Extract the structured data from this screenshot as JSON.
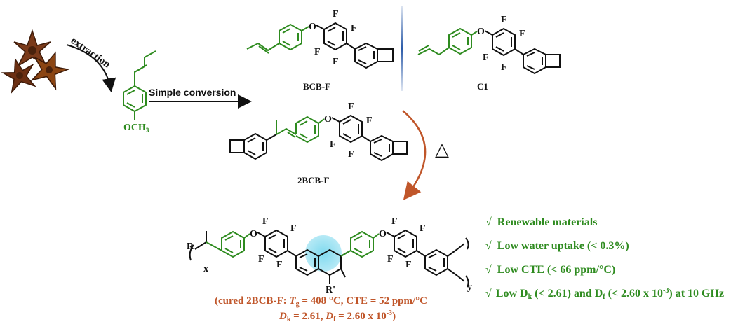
{
  "labels": {
    "extraction": "extraction",
    "simple_conversion": "Simple conversion",
    "bcb_f": "BCB-F",
    "c1": "C1",
    "two_bcb_f": "2BCB-F",
    "delta_symbol": "△",
    "methoxy": "OCH",
    "methoxy_sub": "3",
    "substituent_r": "R",
    "substituent_r_prime": "R'",
    "repeat_x": "x",
    "repeat_y": "y"
  },
  "properties": [
    {
      "check": "√",
      "text": "Renewable materials"
    },
    {
      "check": "√",
      "text": "Low water uptake (< 0.3%)"
    },
    {
      "check": "√",
      "text": "Low CTE (< 66 ppm/°C)"
    },
    {
      "check": "√",
      "text": "Low D",
      "dk_sub": "k",
      "mid": " (< 2.61) and D",
      "df_sub": "f",
      "tail": " (< 2.60 x 10",
      "exp": "-3",
      "end": ") at 10 GHz"
    }
  ],
  "cured_note": {
    "line1_prefix": "(cured 2BCB-F: ",
    "tg_symbol": "T",
    "tg_sub": "g",
    "line1_rest": " = 408 °C, CTE = 52 ppm/°C",
    "dk_symbol": "D",
    "dk_sub": "k",
    "dk_value": " = 2.61, ",
    "df_symbol": "D",
    "df_sub": "f",
    "df_value": " = 2.60 x 10",
    "df_exp": "-3",
    "close": ")"
  },
  "colors": {
    "green": "#2e8b1f",
    "black": "#111111",
    "orange_brown": "#c0562a",
    "highlight": "#7ad8ee",
    "divider": "#2a5aa8"
  },
  "icons": [
    "star-anise-icon",
    "reaction-arrow-icon",
    "heat-delta-icon"
  ]
}
